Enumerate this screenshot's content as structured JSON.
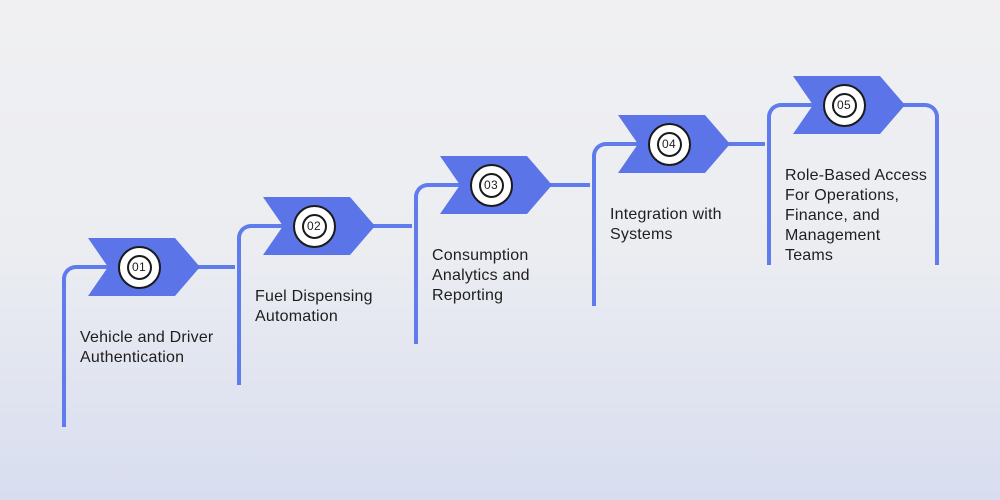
{
  "diagram_type": "process-steps-staircase",
  "steps": [
    {
      "number": "01",
      "label": "Vehicle and Driver\nAuthentication"
    },
    {
      "number": "02",
      "label": "Fuel Dispensing\nAutomation"
    },
    {
      "number": "03",
      "label": "Consumption\nAnalytics and\nReporting"
    },
    {
      "number": "04",
      "label": "Integration with\nSystems"
    },
    {
      "number": "05",
      "label": "Role-Based Access\nFor Operations,\nFinance, and\nManagement\nTeams"
    }
  ],
  "theme": {
    "arrow_color": "#5B74E8",
    "line_color": "#5F7BEC",
    "badge_bg": "#FFFFFF",
    "badge_ring": "#1A1A1A",
    "text_color": "#1E1E1E",
    "bg_top": "#F0F0F2",
    "bg_bottom": "#D8DDF0"
  }
}
